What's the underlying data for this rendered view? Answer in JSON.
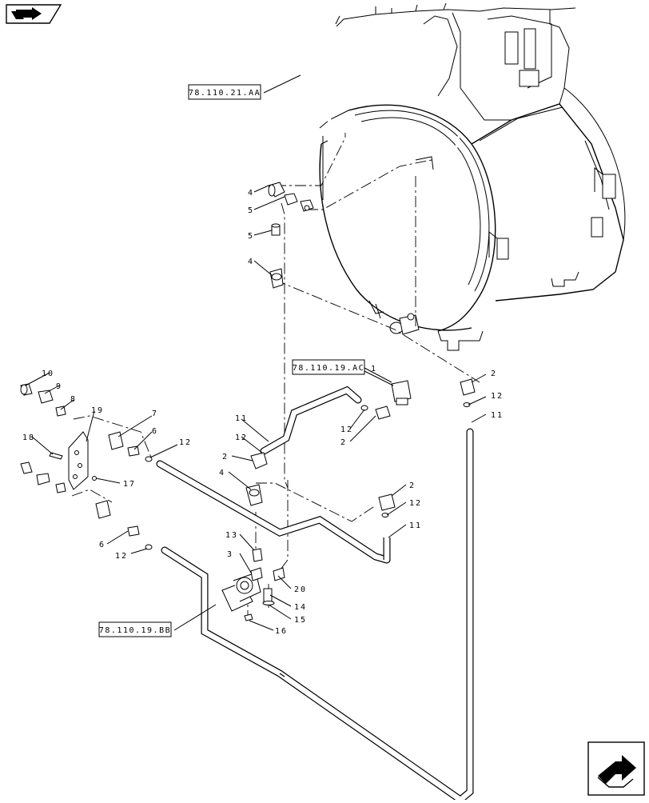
{
  "nav": {
    "top_icon": "book-arrow-icon",
    "bottom_icon": "next-page-arrow-icon"
  },
  "references": [
    {
      "id": "ref-a",
      "label": "78.110.21.AA"
    },
    {
      "id": "ref-b",
      "label": "78.110.19.AC"
    },
    {
      "id": "ref-c",
      "label": "78.110.19.BB"
    }
  ],
  "callouts": [
    {
      "label": "4"
    },
    {
      "label": "5"
    },
    {
      "label": "5"
    },
    {
      "label": "4"
    },
    {
      "label": "10"
    },
    {
      "label": "9"
    },
    {
      "label": "8"
    },
    {
      "label": "19"
    },
    {
      "label": "18"
    },
    {
      "label": "17"
    },
    {
      "label": "7"
    },
    {
      "label": "6"
    },
    {
      "label": "12"
    },
    {
      "label": "6"
    },
    {
      "label": "12"
    },
    {
      "label": "11"
    },
    {
      "label": "12"
    },
    {
      "label": "2"
    },
    {
      "label": "4"
    },
    {
      "label": "1"
    },
    {
      "label": "12"
    },
    {
      "label": "2"
    },
    {
      "label": "2"
    },
    {
      "label": "12"
    },
    {
      "label": "11"
    },
    {
      "label": "2"
    },
    {
      "label": "12"
    },
    {
      "label": "11"
    },
    {
      "label": "13"
    },
    {
      "label": "3"
    },
    {
      "label": "20"
    },
    {
      "label": "14"
    },
    {
      "label": "15"
    },
    {
      "label": "16"
    }
  ]
}
